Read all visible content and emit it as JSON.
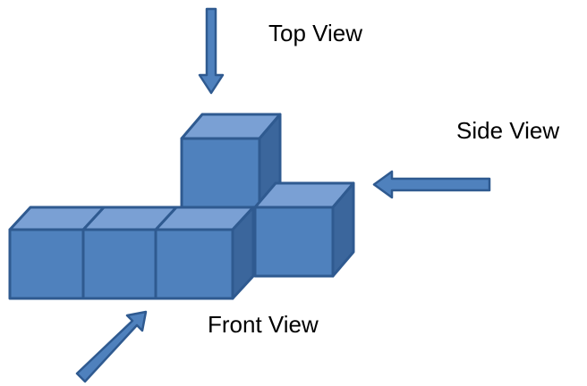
{
  "labels": {
    "top_view": "Top View",
    "side_view": "Side View",
    "front_view": "Front View"
  },
  "icons": {
    "top_arrow": "arrow-down-icon",
    "side_arrow": "arrow-left-icon",
    "front_arrow": "arrow-up-right-icon"
  },
  "colors": {
    "cube_front": "#4f81bd",
    "cube_top": "#7aa0d4",
    "cube_side": "#3b669c",
    "edge": "#2f5a90",
    "arrow": "#4f81bd"
  }
}
